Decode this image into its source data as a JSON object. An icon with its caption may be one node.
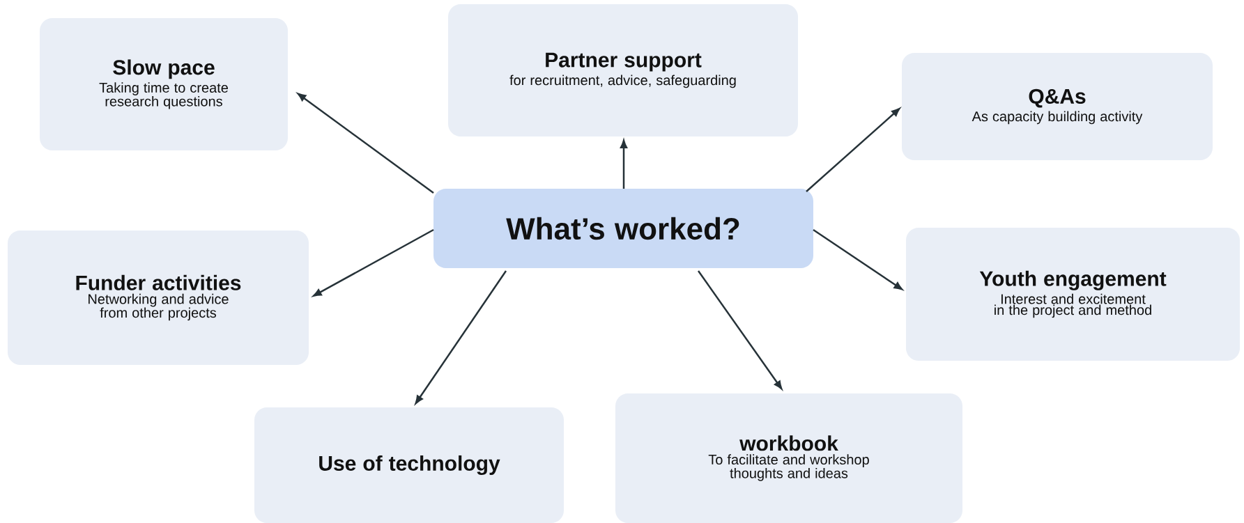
{
  "diagram": {
    "nodes": [
      {
        "text": [
          "What’s worked?"
        ]
      },
      {
        "text": [
          "Slow pace",
          "Taking time to create research questions"
        ]
      },
      {
        "text": [
          "Partner support",
          "for recruitment, advice, safeguarding"
        ]
      },
      {
        "text": [
          "Q&As",
          "As capacity building activity"
        ]
      },
      {
        "text": [
          "Funder activities",
          "Networking and advice from other projects"
        ]
      },
      {
        "text": [
          "Youth engagement",
          "Interest and excitement in the project and method"
        ]
      },
      {
        "text": [
          "Use of technology"
        ]
      },
      {
        "text": [
          "workbook",
          "To facilitate and workshop thoughts and ideas"
        ]
      }
    ],
    "edges": [
      {
        "from": 0,
        "to": 1,
        "arrow": "to"
      },
      {
        "from": 0,
        "to": 2,
        "arrow": "to"
      },
      {
        "from": 0,
        "to": 3,
        "arrow": "to"
      },
      {
        "from": 0,
        "to": 4,
        "arrow": "to"
      },
      {
        "from": 0,
        "to": 5,
        "arrow": "to"
      },
      {
        "from": 0,
        "to": 6,
        "arrow": "to"
      },
      {
        "from": 0,
        "to": 7,
        "arrow": "to"
      }
    ]
  }
}
